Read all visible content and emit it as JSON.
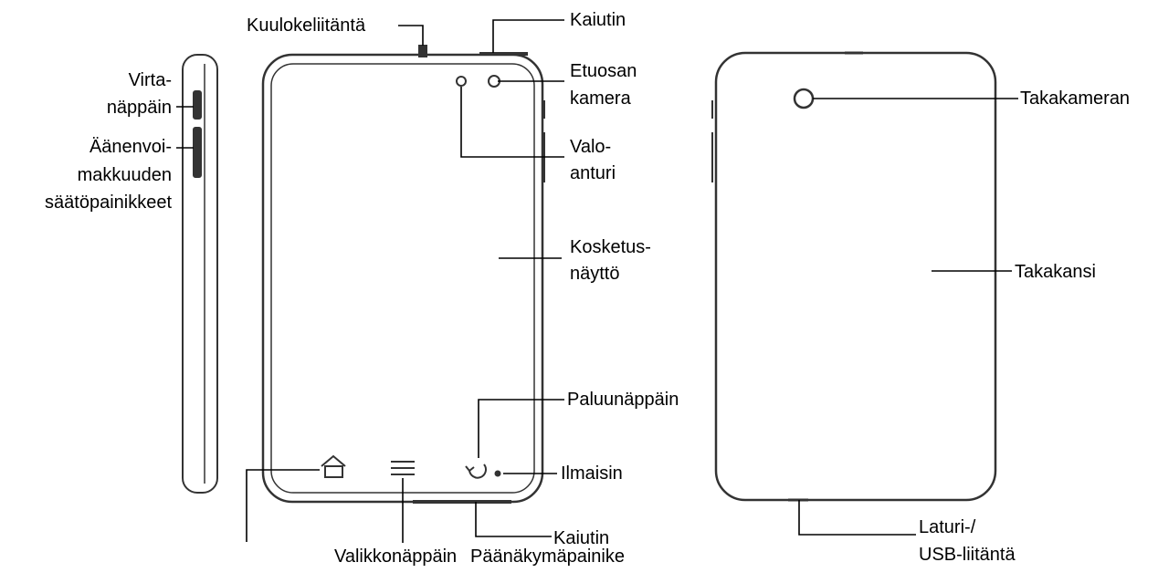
{
  "labels": {
    "headphone_jack": "Kuulokeliitäntä",
    "speaker_top": "Kaiutin",
    "front_camera": [
      "Etuosan",
      "kamera"
    ],
    "light_sensor": [
      "Valo-",
      "anturi"
    ],
    "touchscreen": [
      "Kosketus-",
      "näyttö"
    ],
    "back_key": "Paluunäppäin",
    "indicator": "Ilmaisin",
    "speaker_bottom": "Kaiutin",
    "menu_key": "Valikkonäppäin",
    "home_key": "Päänäkymäpainike",
    "power_key": [
      "Virta-",
      "näppäin"
    ],
    "volume_keys": [
      "Äänenvoi-",
      "makkuuden",
      "säätöpainikkeet"
    ],
    "rear_camera": "Takakameran",
    "back_cover": "Takakansi",
    "charger_port": [
      "Laturi-/",
      "USB-liitäntä"
    ]
  },
  "icons": {
    "home": "home-icon",
    "menu": "menu-icon",
    "back": "back-arrow-icon"
  },
  "colors": {
    "line": "#000000",
    "outline": "#333333"
  }
}
